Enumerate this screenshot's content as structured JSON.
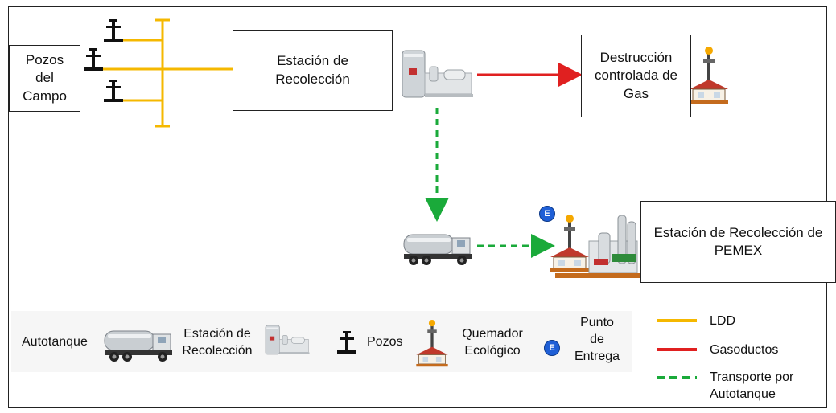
{
  "nodes": {
    "pozos_campo": "Pozos\ndel\nCampo",
    "estacion_recoleccion": "Estación de\nRecolección",
    "destruccion_gas": "Destrucción\ncontrolada de\nGas",
    "estacion_pemex": "Estación de Recolección de\nPEMEX"
  },
  "legend": {
    "autotanque": "Autotanque",
    "estacion": "Estación de\nRecolección",
    "pozos": "Pozos",
    "quemador": "Quemador\nEcológico",
    "punto": "Punto\nde\nEntrega",
    "ldd": "LDD",
    "gasoductos": "Gasoductos",
    "transporte": "Transporte por\nAutotanque"
  },
  "colors": {
    "ldd": "#f5b800",
    "gasoducto": "#e02020",
    "transporte": "#1aaa3a",
    "punto_entrega": "#1f5fd6"
  },
  "icons": {
    "well": "well-icon",
    "station": "station-tank-icon",
    "truck": "tank-truck-icon",
    "flare": "flare-burner-icon",
    "point": "delivery-point-icon"
  },
  "point_marker": "E"
}
